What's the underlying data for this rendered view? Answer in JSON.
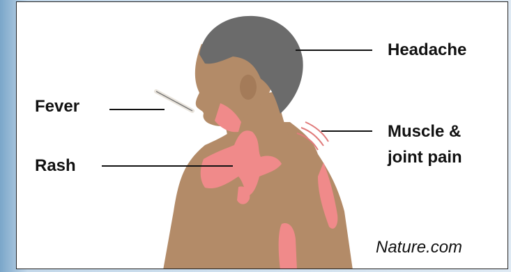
{
  "labels": {
    "headache": "Headache",
    "fever": "Fever",
    "rash": "Rash",
    "muscle_line1": "Muscle &",
    "muscle_line2": "joint pain"
  },
  "credit": "Nature.com",
  "colors": {
    "skin": "#b38b68",
    "hair": "#6b6b6b",
    "rash": "#f08a8a",
    "leader_line": "#111111"
  }
}
